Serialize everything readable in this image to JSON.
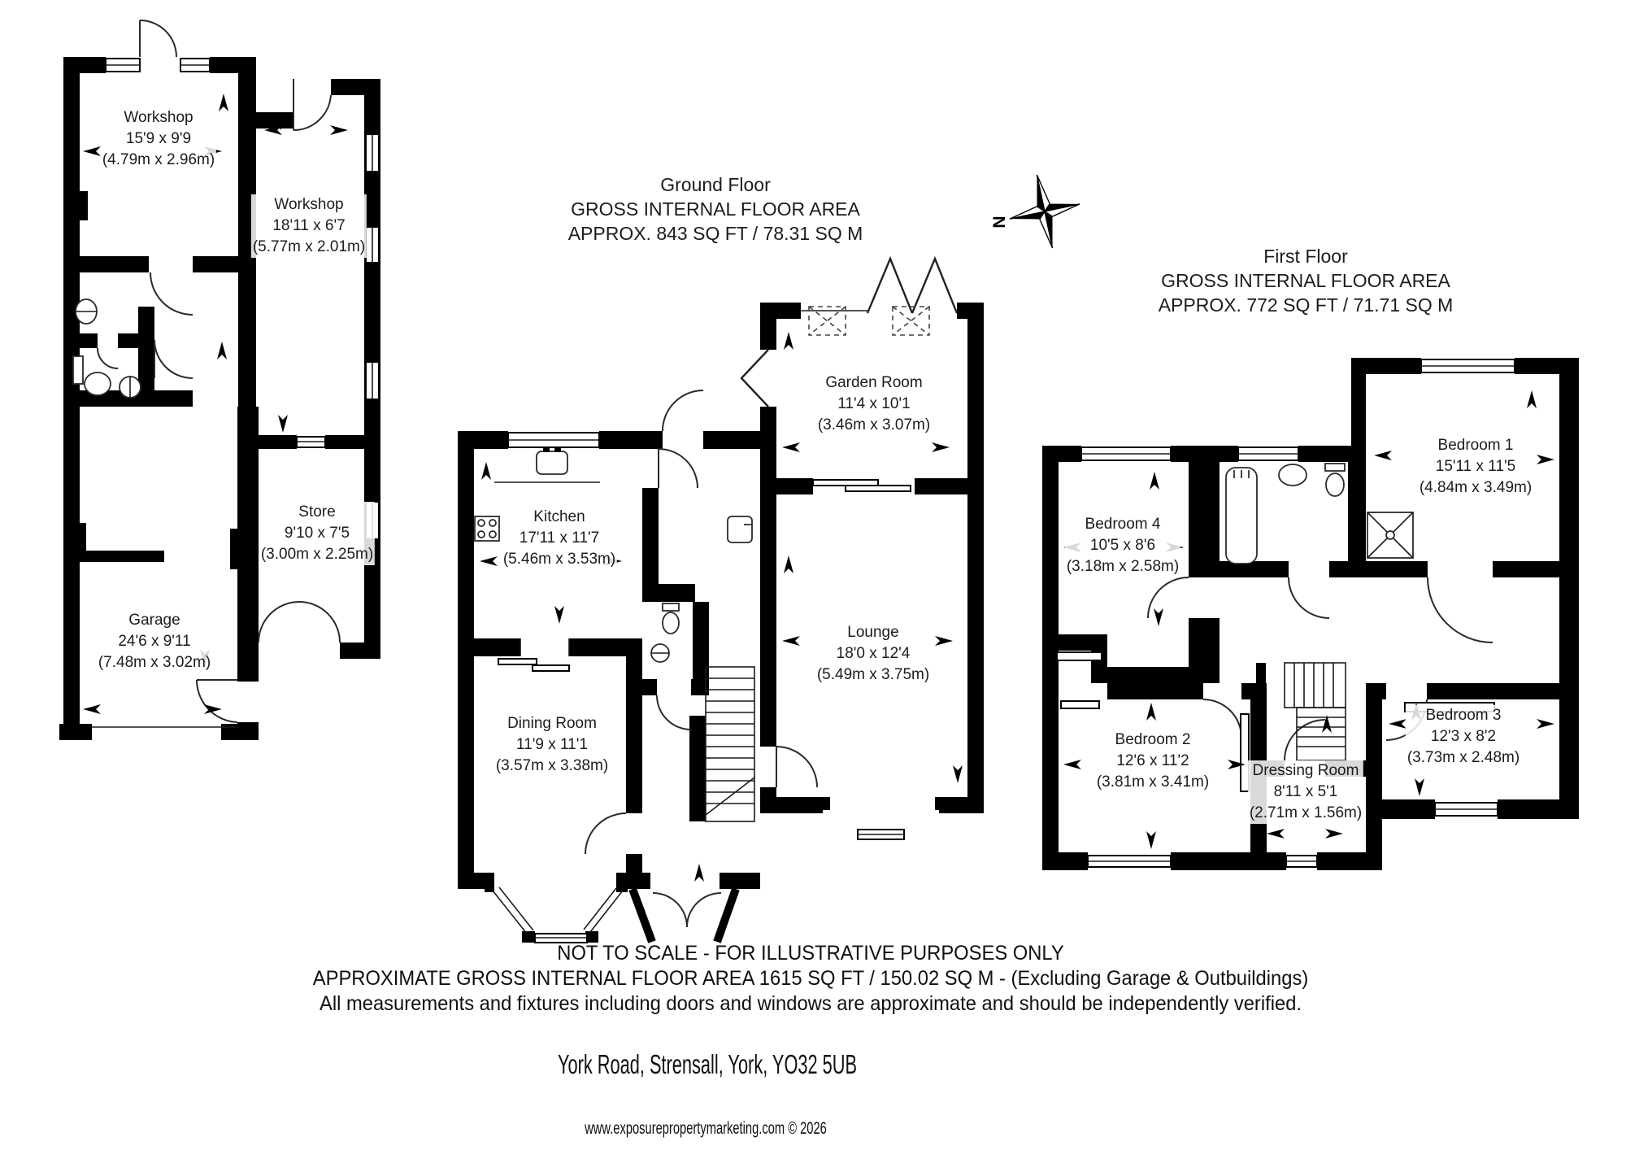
{
  "headers": {
    "ground_floor": {
      "title": "Ground Floor",
      "line2": "GROSS INTERNAL FLOOR AREA",
      "line3": "APPROX. 843 SQ FT / 78.31 SQ M"
    },
    "first_floor": {
      "title": "First Floor",
      "line2": "GROSS INTERNAL FLOOR AREA",
      "line3": "APPROX. 772 SQ FT / 71.71 SQ M"
    }
  },
  "compass": {
    "north_label": "N"
  },
  "outbuildings": {
    "workshop1": {
      "name": "Workshop",
      "dims_ft": "15'9 x 9'9",
      "dims_m": "(4.79m x 2.96m)"
    },
    "workshop2": {
      "name": "Workshop",
      "dims_ft": "18'11 x 6'7",
      "dims_m": "(5.77m x 2.01m)"
    },
    "store": {
      "name": "Store",
      "dims_ft": "9'10 x 7'5",
      "dims_m": "(3.00m x 2.25m)"
    },
    "garage": {
      "name": "Garage",
      "dims_ft": "24'6 x 9'11",
      "dims_m": "(7.48m x 3.02m)"
    }
  },
  "ground_floor_rooms": {
    "kitchen": {
      "name": "Kitchen",
      "dims_ft": "17'11 x 11'7",
      "dims_m": "(5.46m x 3.53m)"
    },
    "dining_room": {
      "name": "Dining Room",
      "dims_ft": "11'9 x 11'1",
      "dims_m": "(3.57m x 3.38m)"
    },
    "garden_room": {
      "name": "Garden Room",
      "dims_ft": "11'4 x 10'1",
      "dims_m": "(3.46m x 3.07m)"
    },
    "lounge": {
      "name": "Lounge",
      "dims_ft": "18'0 x 12'4",
      "dims_m": "(5.49m x 3.75m)"
    }
  },
  "first_floor_rooms": {
    "bedroom1": {
      "name": "Bedroom 1",
      "dims_ft": "15'11 x 11'5",
      "dims_m": "(4.84m x 3.49m)"
    },
    "bedroom2": {
      "name": "Bedroom 2",
      "dims_ft": "12'6 x 11'2",
      "dims_m": "(3.81m x 3.41m)"
    },
    "bedroom3": {
      "name": "Bedroom 3",
      "dims_ft": "12'3 x 8'2",
      "dims_m": "(3.73m x 2.48m)"
    },
    "bedroom4": {
      "name": "Bedroom 4",
      "dims_ft": "10'5 x 8'6",
      "dims_m": "(3.18m x 2.58m)"
    },
    "dressing_room": {
      "name": "Dressing Room",
      "dims_ft": "8'11 x 5'1",
      "dims_m": "(2.71m x 1.56m)"
    }
  },
  "footer": {
    "line1": "NOT TO SCALE - FOR ILLUSTRATIVE PURPOSES ONLY",
    "line2": "APPROXIMATE GROSS INTERNAL FLOOR AREA 1615 SQ FT / 150.02 SQ M - (Excluding Garage & Outbuildings)",
    "line3": "All measurements and fixtures including doors and windows are approximate and should be independently verified."
  },
  "address": "York Road, Strensall, York, YO32 5UB",
  "website": "www.exposurepropertymarketing.com © 2026"
}
